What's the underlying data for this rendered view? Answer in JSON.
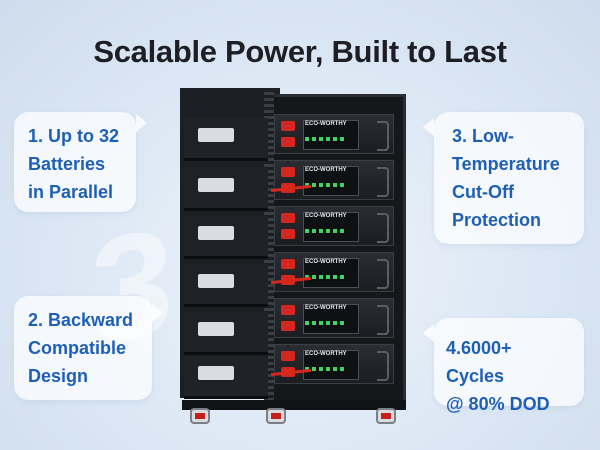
{
  "title": "Scalable Power, Built to Last",
  "features": [
    {
      "lines": [
        "1. Up to 32",
        "Batteries",
        "in Parallel"
      ]
    },
    {
      "lines": [
        "2. Backward",
        "Compatible",
        "Design"
      ]
    },
    {
      "lines": [
        "3. Low-",
        "Temperature",
        "Cut-Off",
        "Protection"
      ]
    },
    {
      "lines": [
        "4.6000+ Cycles",
        "@ 80% DOD"
      ]
    }
  ],
  "product": {
    "module_brand": "ECO-WORTHY",
    "module_count": 6
  },
  "colors": {
    "feature_text": "#1e5fb8",
    "title_text": "#1d1f24",
    "terminal_red": "#d6271e",
    "status_led": "#42d463"
  }
}
